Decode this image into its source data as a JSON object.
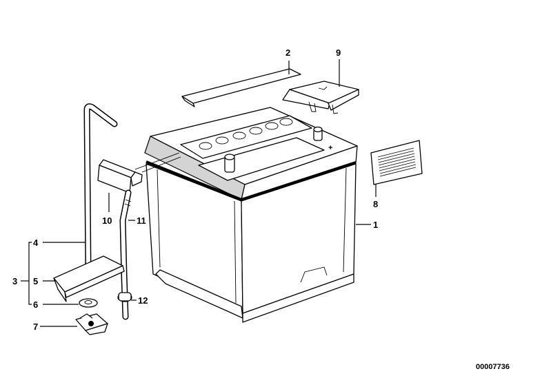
{
  "diagram": {
    "callouts": {
      "c1": "1",
      "c2": "2",
      "c3": "3",
      "c4": "4",
      "c5": "5",
      "c6": "6",
      "c7": "7",
      "c8": "8",
      "c9": "9",
      "c10": "10",
      "c11": "11",
      "c12": "12"
    },
    "drawing_number": "00007736"
  }
}
